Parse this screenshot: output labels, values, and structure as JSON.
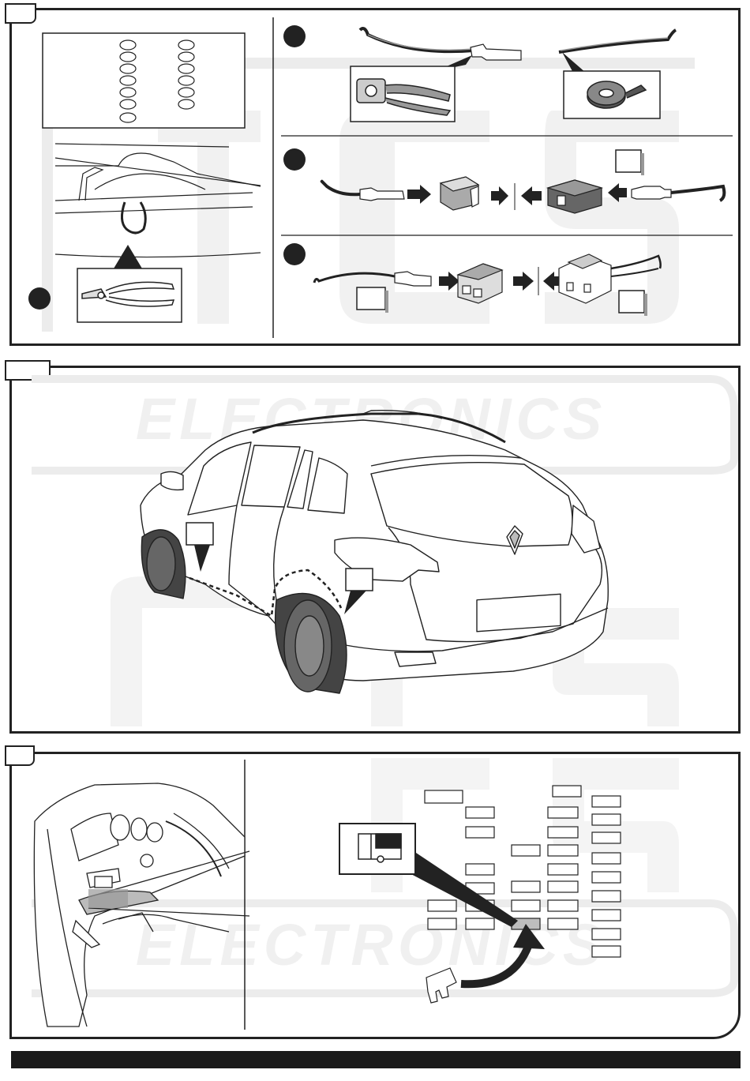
{
  "watermark": {
    "brand": "ELECTRONICS",
    "logo_letters": "TCS"
  },
  "colors": {
    "line": "#222222",
    "watermark": "#ececec",
    "fuse_highlight": "#bdbdbd",
    "bar": "#1a1a1a"
  },
  "panels": [
    {
      "name": "panel-step-wiring",
      "steps": [
        "crimp-and-tape",
        "connector-two-pin",
        "connector-four-pin"
      ]
    },
    {
      "name": "panel-step-routing"
    },
    {
      "name": "panel-step-fuse"
    }
  ],
  "icons": [
    "pliers-icon",
    "crimper-icon",
    "tape-roll-icon",
    "arrow-right-icon",
    "arrow-left-icon",
    "fuse-icon",
    "car-icon",
    "dashboard-icon"
  ]
}
